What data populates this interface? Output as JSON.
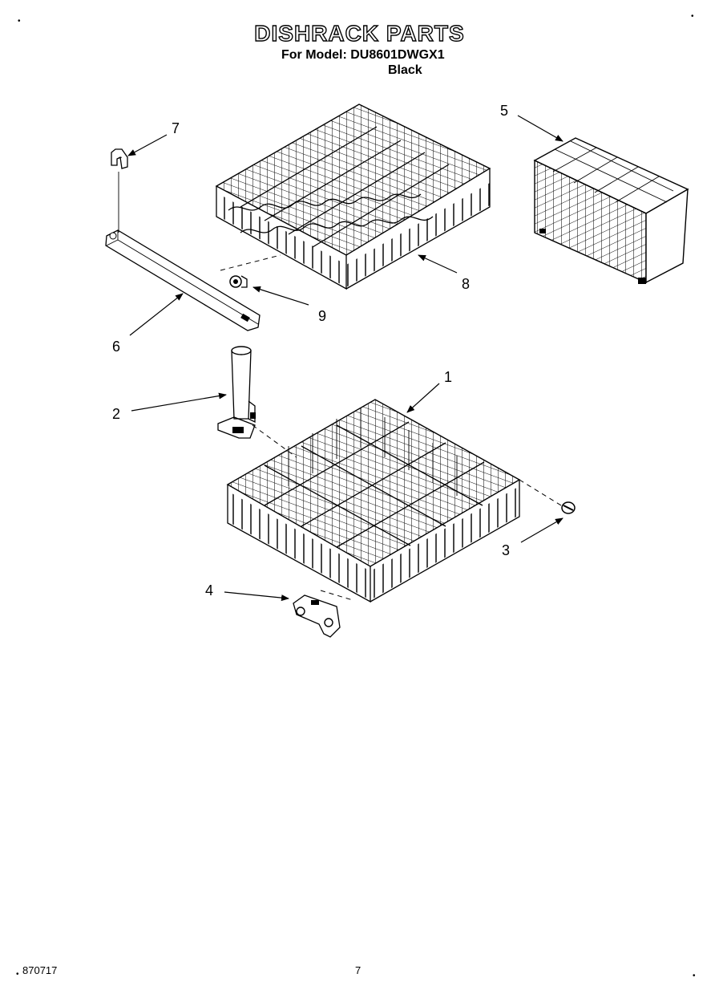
{
  "header": {
    "title": "DISHRACK PARTS",
    "model_line": "For Model: DU8601DWGX1",
    "color_line": "Black"
  },
  "callouts": {
    "c1": "1",
    "c2": "2",
    "c3": "3",
    "c4": "4",
    "c5": "5",
    "c6": "6",
    "c7": "7",
    "c8": "8",
    "c9": "9"
  },
  "footer": {
    "code": "870717",
    "page": "7"
  }
}
